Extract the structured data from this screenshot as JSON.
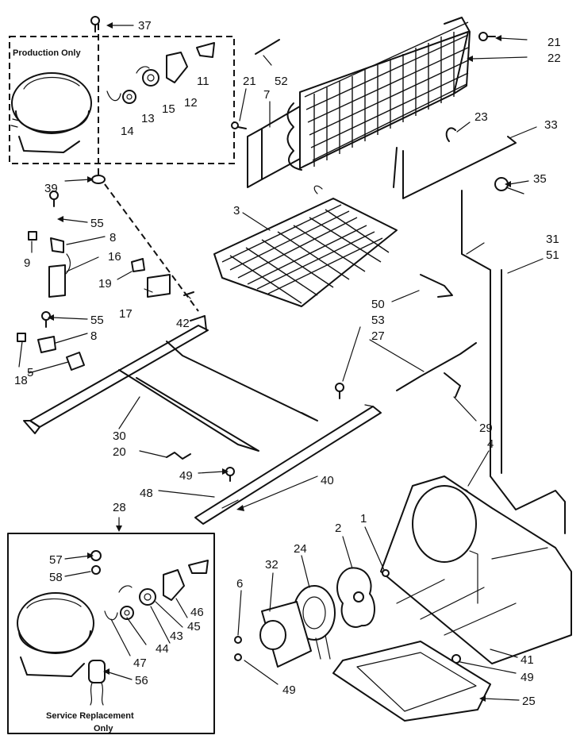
{
  "boxes": {
    "production_title": "Production Only",
    "service_title_1": "Service Replacement",
    "service_title_2": "Only"
  },
  "labels": [
    "37",
    "21",
    "22",
    "52",
    "21",
    "7",
    "11",
    "12",
    "15",
    "13",
    "14",
    "23",
    "33",
    "35",
    "39",
    "3",
    "55",
    "8",
    "9",
    "16",
    "19",
    "17",
    "42",
    "31",
    "51",
    "55",
    "8",
    "50",
    "53",
    "27",
    "18",
    "5",
    "30",
    "20",
    "29",
    "4",
    "49",
    "48",
    "40",
    "28",
    "57",
    "58",
    "32",
    "24",
    "2",
    "1",
    "6",
    "47",
    "44",
    "43",
    "45",
    "46",
    "56",
    "41",
    "49",
    "49",
    "25"
  ]
}
